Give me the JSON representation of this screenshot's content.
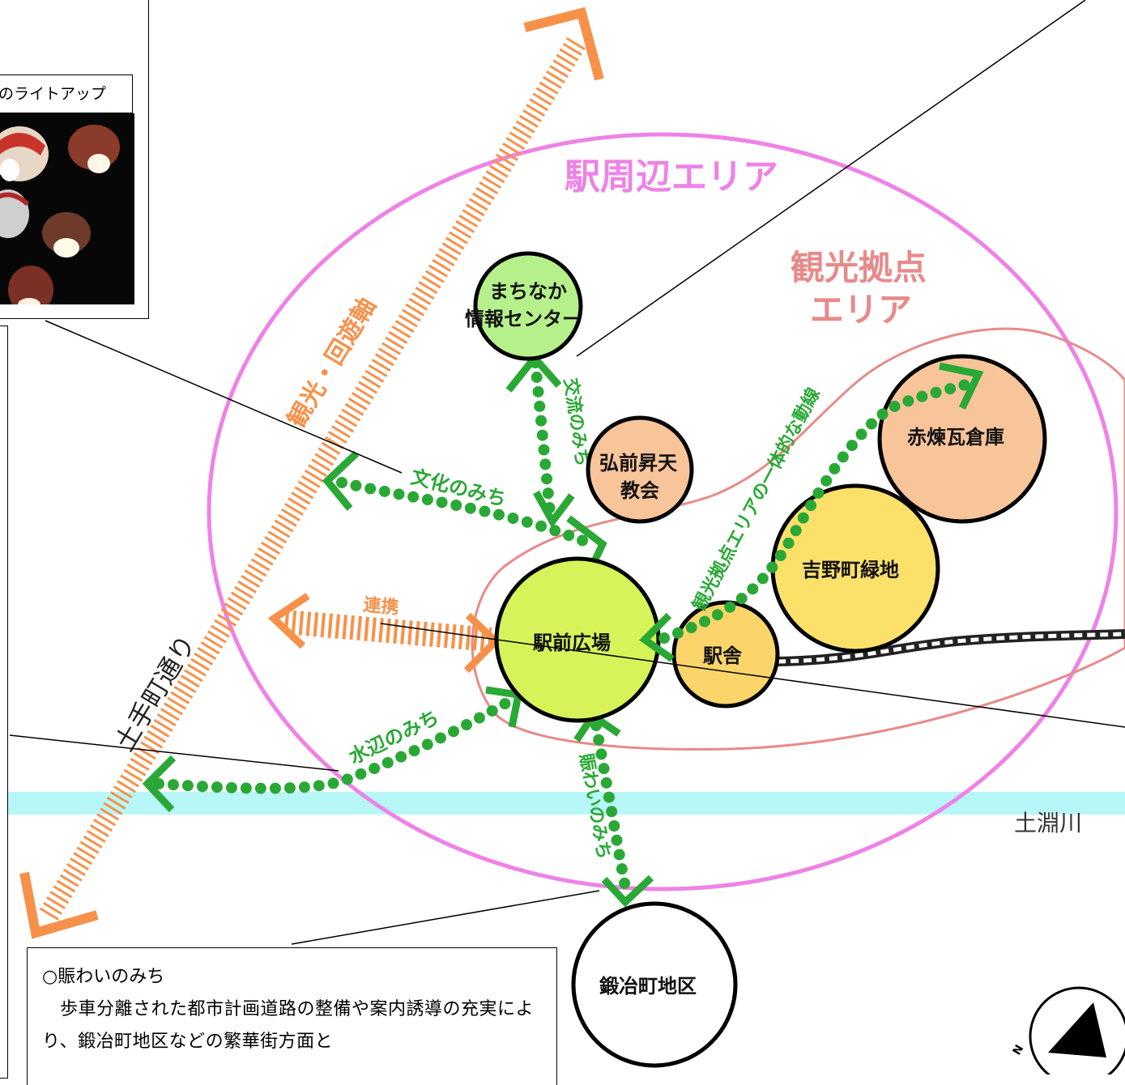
{
  "areas": {
    "station_area": "駅周辺エリア",
    "tourism_area_line1": "観光拠点",
    "tourism_area_line2": "エリア"
  },
  "facilities": {
    "info_center_line1": "まちなか",
    "info_center_line2": "情報センター",
    "church_line1": "弘前昇天",
    "church_line2": "教会",
    "brick_warehouse": "赤煉瓦倉庫",
    "yoshino_green": "吉野町緑地",
    "station_plaza": "駅前広場",
    "station_building": "駅舎",
    "kajimachi": "鍛冶町地区"
  },
  "routes": {
    "exchange": "交流のみち",
    "culture": "文化のみち",
    "waterside": "水辺のみち",
    "bustle": "賑わいのみち",
    "integrated": "観光拠点エリアの一体的な動線",
    "tourism_axis": "観光・回遊軸",
    "cooperation": "連携"
  },
  "places": {
    "dotemachi_street": "土手町通り",
    "dobuchi_river": "土淵川"
  },
  "photo": {
    "caption": "のライトアップ"
  },
  "info_box": {
    "title": "○賑わいのみち",
    "body": "歩車分離された都市計画道路の整備や案内誘導の充実により、鍛冶町地区などの繁華街方面と"
  },
  "colors": {
    "pink_area": "#ee82e6",
    "salmon_area": "#e88a8a",
    "route_green": "#2aa836",
    "axis_orange": "#f7914a",
    "river": "#b8f7f7",
    "info_center": "#b6f08a",
    "church": "#f8c49a",
    "warehouse": "#f8c49a",
    "yoshino": "#fbe06a",
    "plaza": "#d6f35a",
    "station": "#fbd56a",
    "kajimachi": "#ffffff"
  },
  "compass": {
    "label": "N"
  }
}
